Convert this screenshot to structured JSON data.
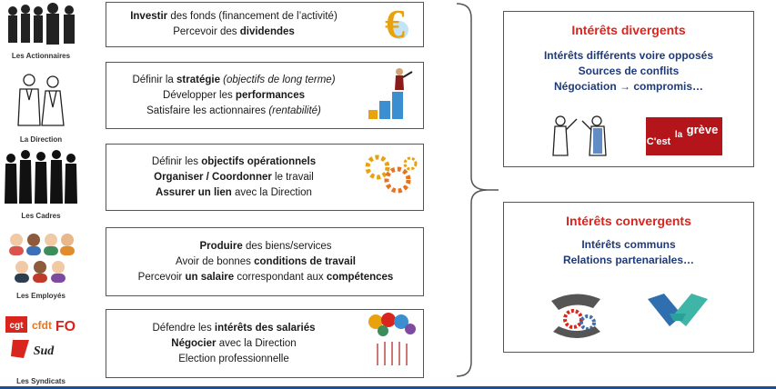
{
  "actors": [
    {
      "label": "Les Actionnaires",
      "box": [
        "Investir",
        " des fonds (financement de l’activité)",
        "Percevoir des ",
        "dividendes"
      ]
    },
    {
      "label": "La Direction"
    },
    {
      "label": "Les Cadres"
    },
    {
      "label": "Les Employés"
    },
    {
      "label": "Les Syndicats"
    }
  ],
  "boxes": {
    "actionnaires": {
      "l1a": "Investir",
      "l1b": " des fonds (financement de l’activité)",
      "l2a": "Percevoir des ",
      "l2b": "dividendes"
    },
    "direction": {
      "l1a": "Définir la ",
      "l1b": "stratégie",
      "l1c": " (objectifs de long terme)",
      "l2a": "Développer les ",
      "l2b": "performances",
      "l3a": "Satisfaire les actionnaires ",
      "l3b": "(rentabilité)"
    },
    "cadres": {
      "l1a": "Définir les ",
      "l1b": "objectifs opérationnels",
      "l2a": "Organiser / Coordonner",
      "l2b": " le travail",
      "l3a": "Assurer un lien",
      "l3b": " avec la Direction"
    },
    "employes": {
      "l1a": "Produire",
      "l1b": " des biens/services",
      "l2a": "Avoir de bonnes ",
      "l2b": "conditions de travail",
      "l3a": "Percevoir ",
      "l3b": "un salaire",
      "l3c": " correspondant aux ",
      "l3d": "compétences"
    },
    "syndicats": {
      "l1a": "Défendre les ",
      "l1b": "intérêts des salariés",
      "l2a": "Négocier",
      "l2b": " avec la Direction",
      "l3": "Election professionnelle"
    }
  },
  "divergents": {
    "title": "Intérêts divergents",
    "lines": [
      "Intérêts différents voire opposés",
      "Sources de conflits",
      "Négociation → compromis…"
    ],
    "strike_words": [
      "C'est",
      "la",
      "grève"
    ]
  },
  "convergents": {
    "title": "Intérêts convergents",
    "lines": [
      "Intérêts communs",
      "Relations partenariales…"
    ]
  },
  "union_logos": [
    "cgt",
    "cfdt",
    "FO",
    "Sud"
  ],
  "euro_symbol": "€",
  "colors": {
    "accent_red": "#d8251d",
    "navy": "#1f3a7a",
    "euro_gold": "#e9a20d"
  }
}
